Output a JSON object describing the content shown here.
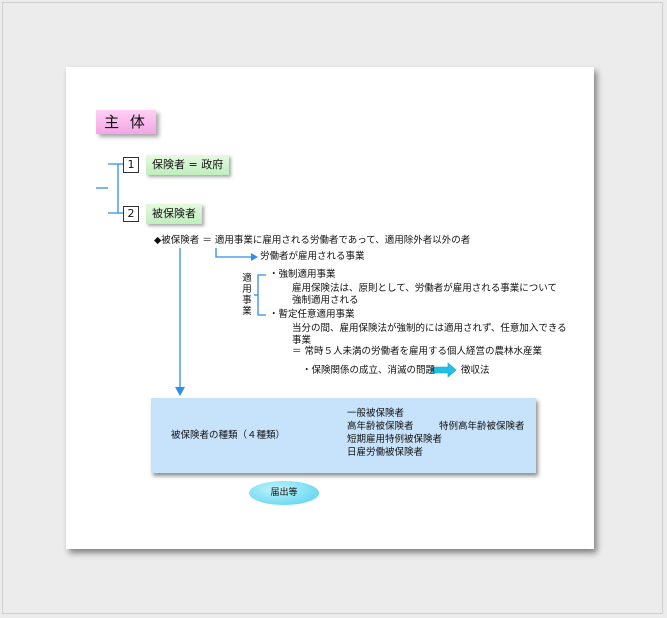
{
  "title": "主 体",
  "items": [
    {
      "number": "1",
      "label": "保険者 = 政府"
    },
    {
      "number": "2",
      "label": "被保険者"
    }
  ],
  "definition": {
    "bullet": "◆被保険者 ＝ 適用事業に雇用される労働者であって、適用除外者以外の者",
    "arrow_text": "労働者が雇用される事業"
  },
  "applicable_business": {
    "vertical_label": [
      "適",
      "用",
      "事",
      "業"
    ],
    "mandatory": {
      "heading": "・強制適用事業",
      "desc_line1": "雇用保険法は、原則として、労働者が雇用される事業について",
      "desc_line2": "強制適用される"
    },
    "voluntary": {
      "heading": "・暫定任意適用事業",
      "desc_line1": "当分の間、雇用保険法が強制的には適用されず、任意加入できる",
      "desc_line2": "事業",
      "desc_line3": "＝ 常時５人未満の労働者を雇用する個人経営の農林水産業"
    }
  },
  "collection": {
    "left": "・保険関係の成立、消滅の問題",
    "right": "徴収法"
  },
  "insured_types": {
    "box_label": "被保険者の種類（４種類）",
    "types": [
      "一般被保険者",
      "高年齢被保険者",
      "短期雇用特例被保険者",
      "日雇労働被保険者"
    ],
    "special": "特例高年齢被保険者"
  },
  "callout": "届出等",
  "colors": {
    "title_pink": "#f3a6e6",
    "green_box": "#bfeebc",
    "blue_box": "#c7e2fb",
    "line_blue": "#2f8fe8",
    "cyan_arrow": "#20c0e8"
  }
}
